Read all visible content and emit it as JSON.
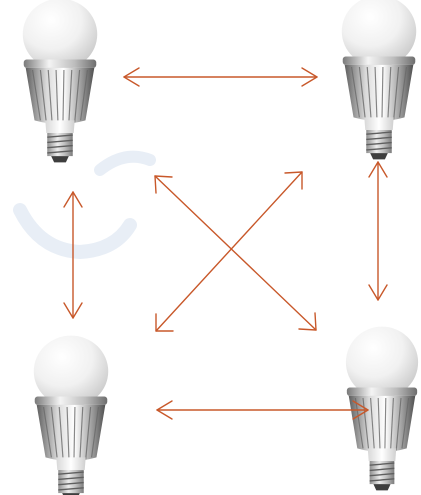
{
  "diagram": {
    "nodes": [
      {
        "id": "bulb-top-left",
        "icon": "led-bulb-icon"
      },
      {
        "id": "bulb-top-right",
        "icon": "led-bulb-icon"
      },
      {
        "id": "bulb-bottom-left",
        "icon": "led-bulb-icon"
      },
      {
        "id": "bulb-bottom-right",
        "icon": "led-bulb-icon"
      }
    ],
    "connections": [
      {
        "from": "bulb-top-left",
        "to": "bulb-top-right",
        "type": "bidirectional"
      },
      {
        "from": "bulb-bottom-left",
        "to": "bulb-bottom-right",
        "type": "bidirectional"
      },
      {
        "from": "bulb-top-left",
        "to": "bulb-bottom-left",
        "type": "bidirectional"
      },
      {
        "from": "bulb-top-right",
        "to": "bulb-bottom-right",
        "type": "bidirectional"
      },
      {
        "from": "bulb-top-left",
        "to": "bulb-bottom-right",
        "type": "bidirectional"
      },
      {
        "from": "bulb-top-right",
        "to": "bulb-bottom-left",
        "type": "bidirectional"
      }
    ],
    "colors": {
      "arrow": "#c8582a",
      "bulb_glass_light": "#ffffff",
      "bulb_glass_dark": "#d2d2d2",
      "bulb_heatsink": "#a8a8a8",
      "bulb_base": "#c9c9c9",
      "watermark": "#e8eef6"
    }
  }
}
